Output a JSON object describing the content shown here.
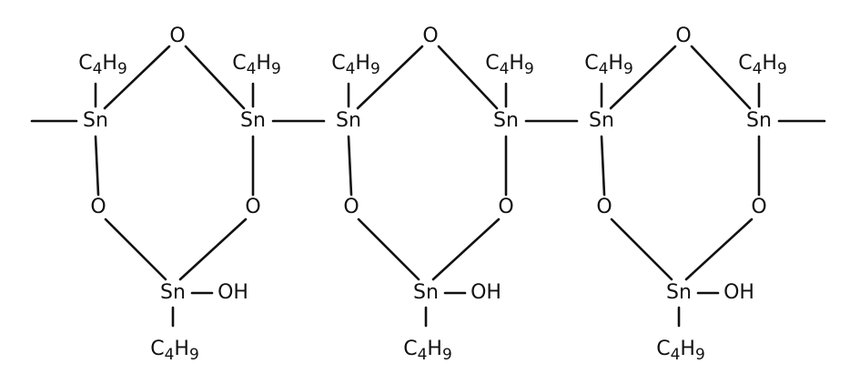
{
  "labels": {
    "tin": "Sn",
    "oxygen": "O",
    "hydroxyl": "OH",
    "butyl": "C",
    "butyl_c_sub": "4",
    "butyl_h": "H",
    "butyl_h_sub": "9"
  },
  "units": [
    {
      "butyls": [
        "C4H9",
        "C4H9",
        "C4H9"
      ],
      "hydroxyl": "OH"
    },
    {
      "butyls": [
        "C4H9",
        "C4H9",
        "C4H9"
      ],
      "hydroxyl": "OH"
    },
    {
      "butyls": [
        "C4H9",
        "C4H9",
        "C4H9"
      ],
      "hydroxyl": "OH"
    }
  ]
}
